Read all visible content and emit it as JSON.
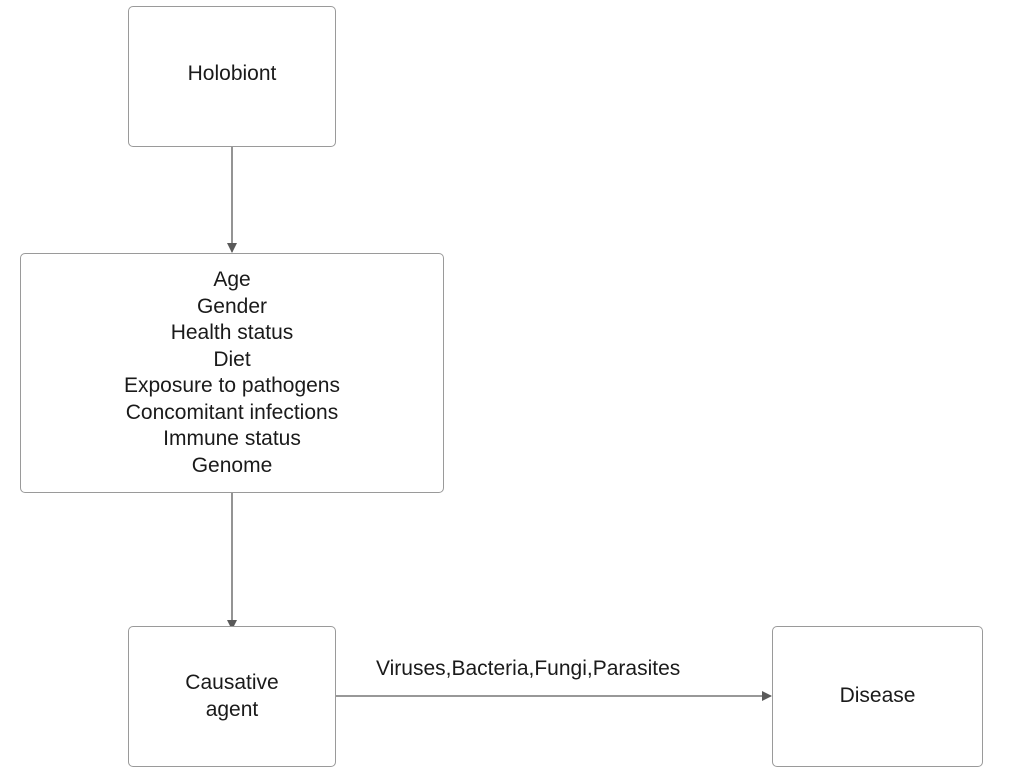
{
  "diagram": {
    "nodes": {
      "holobiont": {
        "label": "Holobiont"
      },
      "factors": {
        "items": [
          "Age",
          "Gender",
          "Health status",
          "Diet",
          "Exposure to pathogens",
          "Concomitant infections",
          "Immune status",
          "Genome"
        ]
      },
      "causative_agent": {
        "lines": [
          "Causative",
          "agent"
        ]
      },
      "disease": {
        "label": "Disease"
      }
    },
    "edges": {
      "agent_to_disease_label": "Viruses,Bacteria,Fungi,Parasites"
    },
    "colors": {
      "edge": "#5a5a5a",
      "border": "#9a9a9a",
      "text": "#1a1a1a"
    }
  }
}
